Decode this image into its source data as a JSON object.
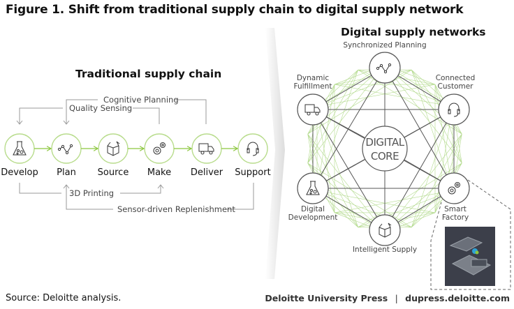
{
  "figure_title": "Figure 1. Shift from traditional supply chain to digital supply network",
  "traditional": {
    "title": "Traditional supply chain",
    "stages": [
      {
        "label": "Develop",
        "icon": "flask-icon"
      },
      {
        "label": "Plan",
        "icon": "line-graph-icon"
      },
      {
        "label": "Source",
        "icon": "box-icon"
      },
      {
        "label": "Make",
        "icon": "gears-icon"
      },
      {
        "label": "Deliver",
        "icon": "truck-icon"
      },
      {
        "label": "Support",
        "icon": "headset-icon"
      }
    ],
    "connectors": {
      "cognitive_planning": "Cognitive Planning",
      "quality_sensing": "Quality Sensing",
      "printing_3d": "3D Printing",
      "sensor_replenishment": "Sensor-driven Replenishment"
    }
  },
  "digital": {
    "title": "Digital supply networks",
    "core_line1": "DIGITAL",
    "core_line2": "CORE",
    "nodes": [
      {
        "label": "Synchronized Planning",
        "icon": "line-graph-icon"
      },
      {
        "label_1": "Dynamic",
        "label_2": "Fulfillment",
        "icon": "truck-icon"
      },
      {
        "label_1": "Connected",
        "label_2": "Customer",
        "icon": "headset-icon"
      },
      {
        "label_1": "Digital",
        "label_2": "Development",
        "icon": "flask-icon"
      },
      {
        "label_1": "Smart",
        "label_2": "Factory",
        "icon": "gears-icon"
      },
      {
        "label": "Intelligent Supply",
        "icon": "box-icon"
      }
    ]
  },
  "colors": {
    "accent_green": "#8cc63f",
    "line_gray": "#555555",
    "mesh_green": "#a6d47a",
    "factory_bg": "#3c3f4a"
  },
  "footer": {
    "source": "Source: Deloitte analysis.",
    "publisher": "Deloitte University Press",
    "separator": "|",
    "url": "dupress.deloitte.com"
  }
}
